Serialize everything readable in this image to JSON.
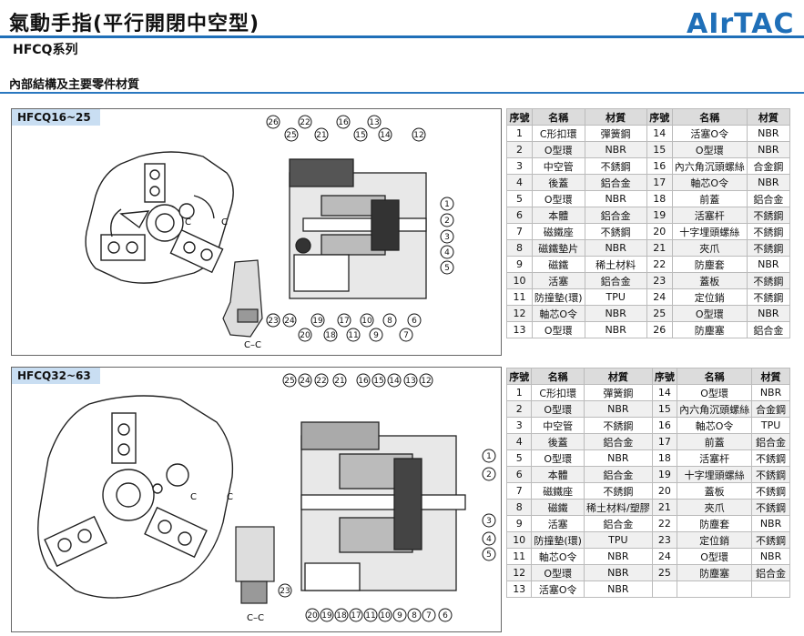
{
  "header": {
    "title": "氣動手指(平行開閉中空型)",
    "series": "HFCQ系列",
    "section_title": "內部結構及主要零件材質",
    "logo_text": "AirTAC",
    "brand_color": "#1f6fb8"
  },
  "panel1": {
    "label": "HFCQ16~25",
    "section_label": "C–C",
    "callouts_top": [
      "26",
      "25",
      "22",
      "21",
      "16",
      "15",
      "13",
      "14",
      "12"
    ],
    "callouts_right": [
      "1",
      "2",
      "3",
      "4",
      "5"
    ],
    "callouts_bottom": [
      "23",
      "19",
      "17",
      "10",
      "8",
      "6",
      "20",
      "18",
      "11",
      "9",
      "7"
    ],
    "callout_section": "24",
    "c_mark": "C"
  },
  "panel2": {
    "label": "HFCQ32~63",
    "section_label": "C–C",
    "callouts_top": [
      "25",
      "24",
      "22",
      "21",
      "16",
      "15",
      "14",
      "13",
      "12"
    ],
    "callouts_right": [
      "1",
      "2",
      "3",
      "4",
      "5"
    ],
    "callouts_bottom": [
      "20",
      "19",
      "18",
      "17",
      "11",
      "10",
      "9",
      "8",
      "7",
      "6"
    ],
    "callout_section": "23",
    "c_mark": "C"
  },
  "table_headers": [
    "序號",
    "名稱",
    "材質",
    "序號",
    "名稱",
    "材質"
  ],
  "table1": [
    [
      "1",
      "C形扣環",
      "彈簧鋼",
      "14",
      "活塞O令",
      "NBR"
    ],
    [
      "2",
      "O型環",
      "NBR",
      "15",
      "O型環",
      "NBR"
    ],
    [
      "3",
      "中空管",
      "不銹鋼",
      "16",
      "內六角沉頭螺絲",
      "合金鋼"
    ],
    [
      "4",
      "後蓋",
      "鋁合金",
      "17",
      "軸芯O令",
      "NBR"
    ],
    [
      "5",
      "O型環",
      "NBR",
      "18",
      "前蓋",
      "鋁合金"
    ],
    [
      "6",
      "本體",
      "鋁合金",
      "19",
      "活塞杆",
      "不銹鋼"
    ],
    [
      "7",
      "磁鐵座",
      "不銹鋼",
      "20",
      "十字埋頭螺絲",
      "不銹鋼"
    ],
    [
      "8",
      "磁鐵墊片",
      "NBR",
      "21",
      "夾爪",
      "不銹鋼"
    ],
    [
      "9",
      "磁鐵",
      "稀土材料",
      "22",
      "防塵套",
      "NBR"
    ],
    [
      "10",
      "活塞",
      "鋁合金",
      "23",
      "蓋板",
      "不銹鋼"
    ],
    [
      "11",
      "防撞墊(環)",
      "TPU",
      "24",
      "定位銷",
      "不銹鋼"
    ],
    [
      "12",
      "軸芯O令",
      "NBR",
      "25",
      "O型環",
      "NBR"
    ],
    [
      "13",
      "O型環",
      "NBR",
      "26",
      "防塵塞",
      "鋁合金"
    ]
  ],
  "table2": [
    [
      "1",
      "C形扣環",
      "彈簧鋼",
      "14",
      "O型環",
      "NBR"
    ],
    [
      "2",
      "O型環",
      "NBR",
      "15",
      "內六角沉頭螺絲",
      "合金鋼"
    ],
    [
      "3",
      "中空管",
      "不銹鋼",
      "16",
      "軸芯O令",
      "TPU"
    ],
    [
      "4",
      "後蓋",
      "鋁合金",
      "17",
      "前蓋",
      "鋁合金"
    ],
    [
      "5",
      "O型環",
      "NBR",
      "18",
      "活塞杆",
      "不銹鋼"
    ],
    [
      "6",
      "本體",
      "鋁合金",
      "19",
      "十字埋頭螺絲",
      "不銹鋼"
    ],
    [
      "7",
      "磁鐵座",
      "不銹鋼",
      "20",
      "蓋板",
      "不銹鋼"
    ],
    [
      "8",
      "磁鐵",
      "稀土材料/塑膠",
      "21",
      "夾爪",
      "不銹鋼"
    ],
    [
      "9",
      "活塞",
      "鋁合金",
      "22",
      "防塵套",
      "NBR"
    ],
    [
      "10",
      "防撞墊(環)",
      "TPU",
      "23",
      "定位銷",
      "不銹鋼"
    ],
    [
      "11",
      "軸芯O令",
      "NBR",
      "24",
      "O型環",
      "NBR"
    ],
    [
      "12",
      "O型環",
      "NBR",
      "25",
      "防塵塞",
      "鋁合金"
    ],
    [
      "13",
      "活塞O令",
      "NBR",
      "",
      "",
      " "
    ]
  ]
}
